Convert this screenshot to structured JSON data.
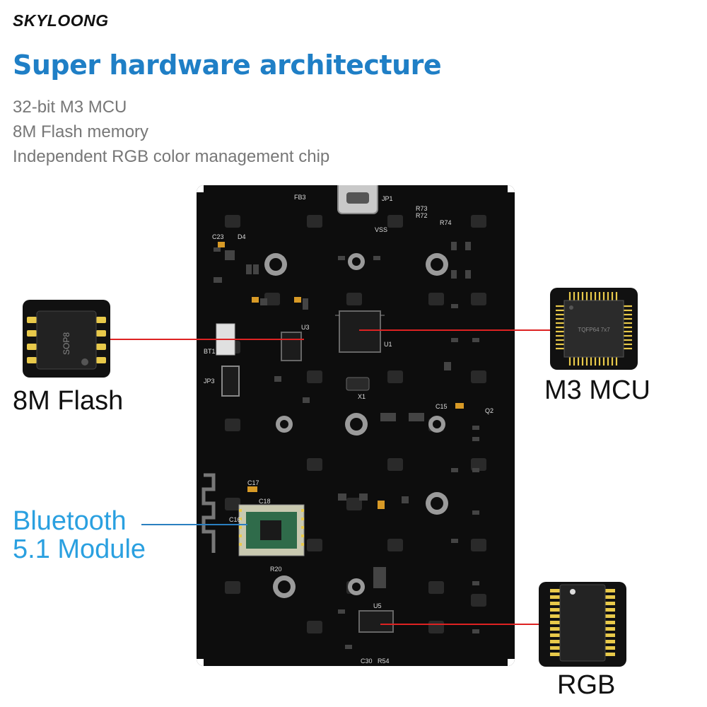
{
  "brand": {
    "logo_text": "SKYLOONG"
  },
  "heading": {
    "title": "Super hardware architecture"
  },
  "features": [
    "32-bit M3 MCU",
    "8M Flash memory",
    "Independent RGB color management chip"
  ],
  "callouts": {
    "flash": {
      "label": "8M Flash",
      "chip_marking": "SOP8"
    },
    "mcu": {
      "label": "M3 MCU",
      "chip_marking": "TQFP64 7x7"
    },
    "bluetooth": {
      "line1": "Bluetooth",
      "line2": "5.1 Module"
    },
    "rgb": {
      "label": "RGB"
    }
  },
  "board_labels": {
    "usb": "JP1",
    "fb3": "FB3",
    "u1": "U1",
    "u3": "U3",
    "u5": "U5",
    "bt1": "BT1",
    "r20": "R20",
    "c30": "C30",
    "r54": "R54",
    "x1": "X1",
    "c23": "C23",
    "d4": "D4",
    "r74": "R74",
    "r73": "R73",
    "r72": "R72",
    "vss": "VSS",
    "c17": "C17",
    "c18": "C18",
    "c16": "C16",
    "jp3": "JP3",
    "c15": "C15",
    "q2": "Q2"
  },
  "colors": {
    "title_blue": "#1f7fc6",
    "bluetooth_blue": "#2aa0e0",
    "pcb_black": "#0d0d0d",
    "callout_red": "#d22222",
    "pad_gold": "#e8c94a"
  }
}
